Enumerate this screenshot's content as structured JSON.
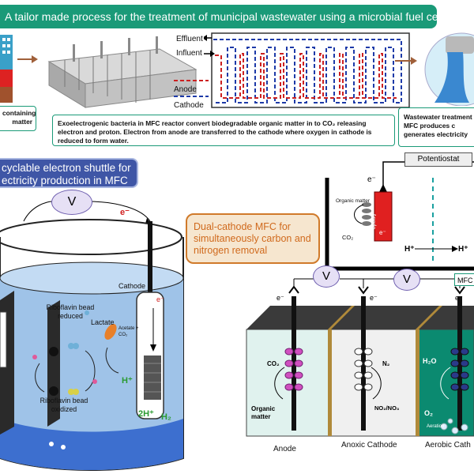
{
  "header": {
    "title": "A tailor made process for the treatment of municipal wastewater using a microbial fuel cell"
  },
  "top_left_note": {
    "text": "containing matter"
  },
  "flow_labels": {
    "effluent": "Effluent",
    "influent": "Influent",
    "anode": "Anode",
    "cathode": "Cathode"
  },
  "description": "Exoelectrogenic bacteria in MFC reactor convert biodegradable organic matter in to CO₂ releasing electron and proton. Electron from anode are transferred to the cathode where oxygen in cathode is reduced to form water.",
  "right_note": {
    "text": "Wastewater treatment MFC produces c generates electricity"
  },
  "left_panel": {
    "title": "cyclable electron shuttle for ectricity production in MFC",
    "voltmeter": "V",
    "electron": "e⁻",
    "cathode": "Cathode",
    "lactate": "Lactate",
    "acetate": "Acetate + CO₂",
    "riboflavin_reduced": "Riboflavin bead reduced",
    "riboflavin_oxidized": "Riboflavin bead oxidized",
    "proton": "H⁺",
    "two_h": "2H⁺",
    "h2": "H₂",
    "cathode_electron": "e⁻"
  },
  "dual_cathode_label": "Dual-cathode MFC for simultaneously carbon and nitrogen removal",
  "potentiostat_panel": {
    "potentiostat": "Potentiostat",
    "electron": "e⁻",
    "organic_matter": "Organic matter",
    "co2": "CO₂",
    "anode": "Anode",
    "anode_e": "e⁻",
    "h_left": "H⁺",
    "h_right": "H⁺"
  },
  "dual_cathode": {
    "voltmeter": "V",
    "mfc_tag": "MFC",
    "electrons": [
      "e⁻",
      "e⁻",
      "e⁻"
    ],
    "anode_co2": "CO₂",
    "organic_matter": "Organic matter",
    "n2": "N₂",
    "no": "NO₂/NO₃",
    "h2o": "H₂O",
    "o2": "O₂",
    "aeration": "Aeration",
    "chambers": [
      "Anode",
      "Anoxic Cathode",
      "Aerobic Cath"
    ]
  },
  "colors": {
    "banner": "#1a9a78",
    "blue_banner": "#3f56a6",
    "orange": "#d07a2a",
    "anode_red": "#d62020",
    "aerobic_teal": "#0b8a70"
  }
}
